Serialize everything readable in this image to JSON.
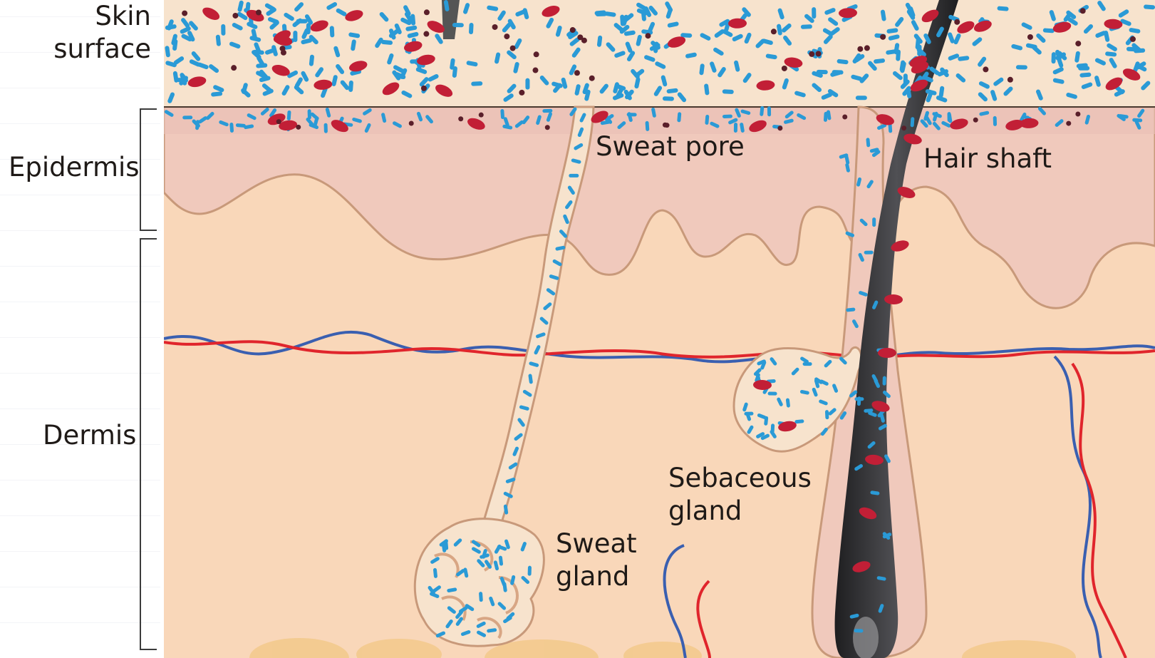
{
  "labels": {
    "skin_surface": [
      "Skin",
      "surface"
    ],
    "epidermis": "Epidermis",
    "dermis": "Dermis",
    "sweat_pore": "Sweat pore",
    "hair_shaft": "Hair shaft",
    "sebaceous_gland": [
      "Sebaceous",
      "gland"
    ],
    "sweat_gland": [
      "Sweat",
      "gland"
    ]
  },
  "colors": {
    "surface": "#f7e3cd",
    "epidermis_top": "#e9c0b6",
    "epidermis": "#f0c9bc",
    "dermis": "#f9d7b9",
    "outline": "#c8997a",
    "bacteria_blue": "#2a9ad6",
    "bacteria_red": "#c21f36",
    "bacteria_dark": "#5a1f2a",
    "artery": "#e0252c",
    "vein": "#3a5fb0",
    "hair": "#2c2c2e",
    "fat": "#f3c98b"
  }
}
